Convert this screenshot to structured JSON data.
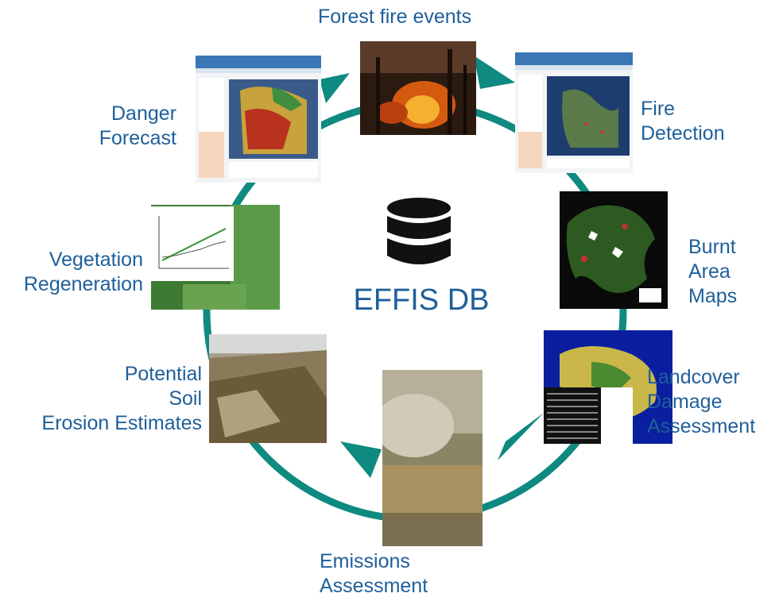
{
  "center": {
    "icon": "database-icon",
    "title": "EFFIS DB"
  },
  "colors": {
    "ring": "#0e8a80",
    "label": "#1f5f9a"
  },
  "cycle": [
    {
      "id": "forest-fire-events",
      "label": "Forest fire events",
      "image": "forest-fire-photo"
    },
    {
      "id": "fire-detection",
      "label": "Fire\nDetection",
      "image": "fire-detection-webmap"
    },
    {
      "id": "burnt-area-maps",
      "label": "Burnt\nArea\nMaps",
      "image": "burnt-area-map"
    },
    {
      "id": "landcover-damage",
      "label": "Landcover\nDamage\nAssessment",
      "image": "landcover-map-with-table"
    },
    {
      "id": "emissions",
      "label": "Emissions\n        Assessment",
      "image": "smoke-satellite-image"
    },
    {
      "id": "soil-erosion",
      "label": "Potential\nSoil\nErosion Estimates",
      "image": "eroded-hillside-photo"
    },
    {
      "id": "vegetation-regeneration",
      "label": "Vegetation\nRegeneration",
      "image": "regeneration-chart-over-satellite"
    },
    {
      "id": "danger-forecast",
      "label": "Danger\nForecast",
      "image": "danger-forecast-webmap"
    }
  ]
}
